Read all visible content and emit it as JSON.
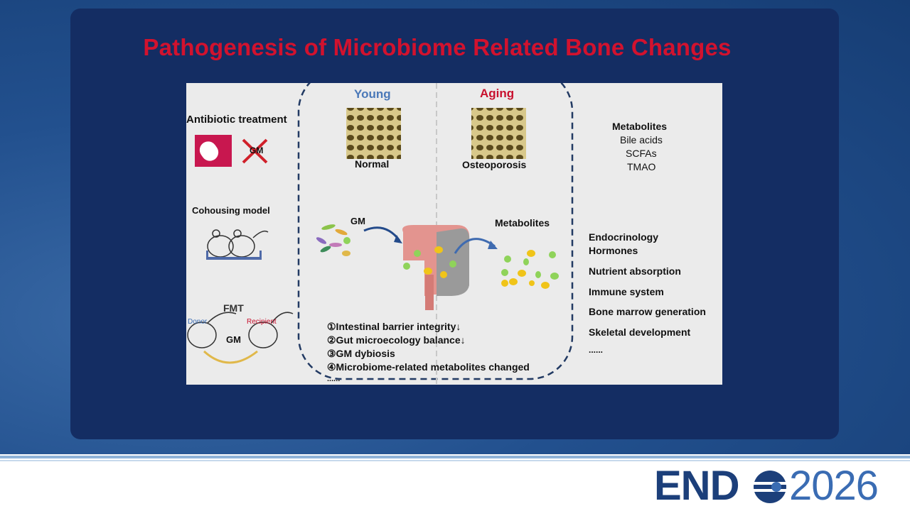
{
  "slide": {
    "title": "Pathogenesis of Microbiome Related Bone Changes"
  },
  "figure": {
    "left": {
      "antibiotic": "Antibiotic treatment",
      "gm_badge": "GM",
      "cohousing": "Cohousing model",
      "fmt": "FMT",
      "donor": "Donor",
      "recipient": "Recipient",
      "gm": "GM"
    },
    "center": {
      "young": "Young",
      "aging": "Aging",
      "normal": "Normal",
      "osteoporosis": "Osteoporosis",
      "gm": "GM",
      "metabolites": "Metabolites",
      "list": [
        "①Intestinal barrier integrity↓",
        "②Gut microecology balance↓",
        "③GM dybiosis",
        "④Microbiome-related metabolites changed"
      ],
      "ellipsis": "......"
    },
    "right": {
      "metabolites_title": "Metabolites",
      "metabolites": [
        "Bile acids",
        "SCFAs",
        "TMAO"
      ],
      "effects": [
        "Endocrinology",
        "Hormones",
        "Nutrient absorption",
        "Immune system",
        "Bone marrow generation",
        "Skeletal development",
        "......"
      ]
    },
    "colors": {
      "young": "#4a78b8",
      "aging": "#c8102e",
      "green": "#8fd35a",
      "yellow": "#f0c419"
    }
  },
  "footer": {
    "logo_word": "END",
    "logo_year": "2026"
  }
}
